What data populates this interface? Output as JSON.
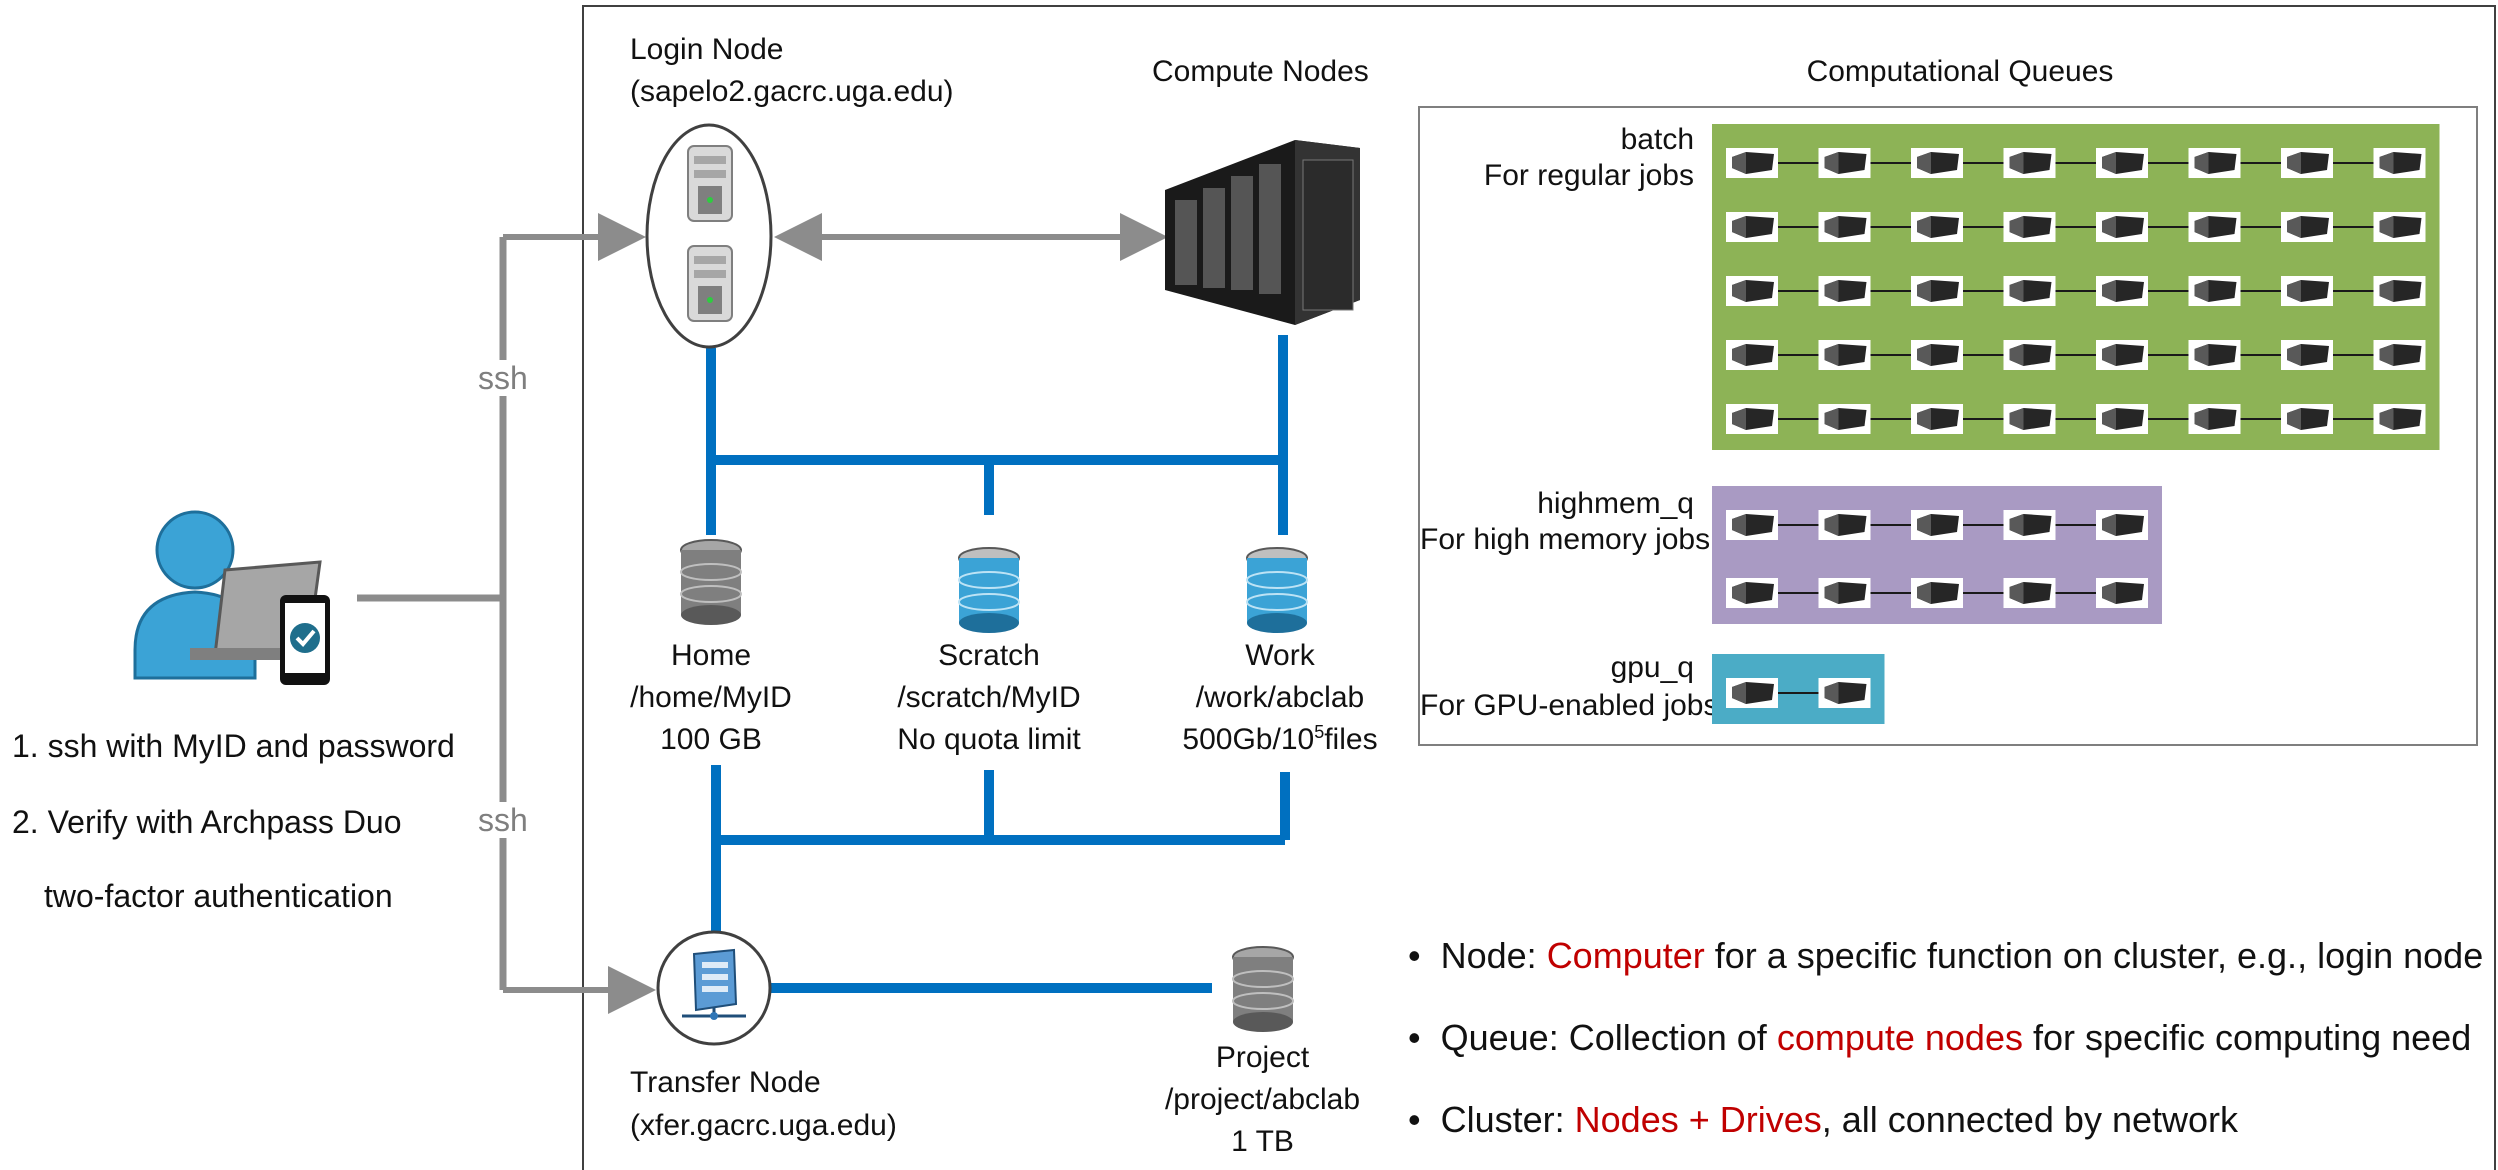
{
  "user": {
    "steps": [
      "1. ssh with MyID and password",
      "2. Verify with Archpass Duo",
      "two-factor authentication"
    ],
    "ssh_label": "ssh"
  },
  "login_node": {
    "name": "Login Node",
    "host": "(sapelo2.gacrc.uga.edu)"
  },
  "compute_nodes": {
    "name": "Compute Nodes"
  },
  "transfer_node": {
    "name": "Transfer Node",
    "host": "(xfer.gacrc.uga.edu)"
  },
  "storage": {
    "home": {
      "name": "Home",
      "path": "/home/MyID",
      "quota": "100 GB"
    },
    "scratch": {
      "name": "Scratch",
      "path": "/scratch/MyID",
      "quota": "No quota limit"
    },
    "work": {
      "name": "Work",
      "path": "/work/abclab",
      "quota_prefix": "500Gb/10",
      "quota_sup": "5",
      "quota_suffix": "files"
    },
    "project": {
      "name": "Project",
      "path": "/project/abclab",
      "quota": "1 TB"
    }
  },
  "queues": {
    "title": "Computational Queues",
    "items": [
      {
        "name": "batch",
        "desc": "For regular jobs",
        "rows": 5,
        "cols": 8,
        "color": "#8db356"
      },
      {
        "name": "highmem_q",
        "desc": "For high memory jobs",
        "rows": 2,
        "cols": 5,
        "color": "#a99ac3"
      },
      {
        "name": "gpu_q",
        "desc": "For GPU-enabled jobs",
        "rows": 1,
        "cols": 2,
        "color": "#4bacc6"
      }
    ]
  },
  "definitions": [
    {
      "term": "Node: ",
      "highlight": "Computer",
      "rest": " for a specific function on cluster, e.g., login node"
    },
    {
      "term": "Queue: Collection of ",
      "highlight": "compute nodes",
      "rest": " for specific computing need"
    },
    {
      "term": "Cluster: ",
      "highlight": "Nodes + Drives",
      "rest": ", all connected by network"
    }
  ],
  "colors": {
    "network": "#0070c0",
    "arrow": "#8c8c8c",
    "highlight": "#c00000"
  }
}
